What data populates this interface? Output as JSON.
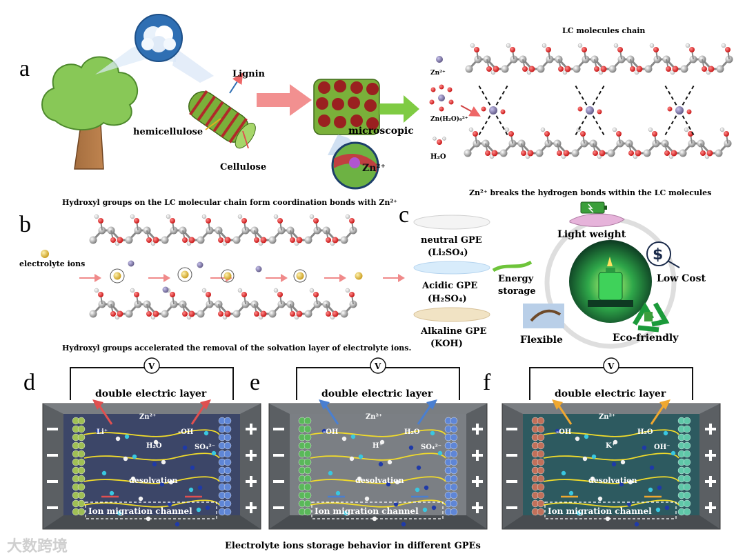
{
  "panels": {
    "a": {
      "letter": "a",
      "labels": {
        "lignin": "Lignin",
        "hemicellulose": "hemicellulose",
        "cellulose": "Cellulose",
        "microscopic": "microscopic",
        "zn_bubble": "Zn²⁺",
        "zn_ion": "Zn²⁺",
        "zn_hydrated": "Zn(H₂O)₆²⁺",
        "water": "H₂O",
        "chain_title": "LC molecules chain",
        "break_caption": "Zn²⁺ breaks the hydrogen bonds within the LC molecules"
      },
      "caption": "Hydroxyl groups on the LC molecular chain form coordination bonds with Zn²⁺"
    },
    "b": {
      "letter": "b",
      "electrolyte_label": "electrolyte ions",
      "caption": "Hydroxyl groups accelerated the removal of the solvation layer of electrolyte ions."
    },
    "c": {
      "letter": "c",
      "gpe": [
        {
          "name": "neutral GPE",
          "salt": "(Li₂SO₄)",
          "color": "#f4f4f4"
        },
        {
          "name": "Acidic GPE",
          "salt": "(H₂SO₄)",
          "color": "#d8ecfb"
        },
        {
          "name": "Alkaline GPE",
          "salt": "(KOH)",
          "color": "#f1e3c4"
        }
      ],
      "energy_storage": "Energy\nstorage",
      "features": {
        "light_weight": "Light weight",
        "low_cost": "Low Cost",
        "flexible": "Flexible",
        "eco_friendly": "Eco-friendly"
      }
    },
    "cells": [
      {
        "letter": "d",
        "volt": "V",
        "title": "double electric layer",
        "ions": [
          "Zn²⁺",
          "Li⁺",
          "H₂O",
          "-OH",
          "SO₄²⁻"
        ],
        "desolvation": "desolvation",
        "channel": "Ion migration channel",
        "bg": "#3c4668",
        "left_electrode": "#9fbf55",
        "right_electrode": "#5f86d6",
        "arrow": "#e05050"
      },
      {
        "letter": "e",
        "volt": "V",
        "title": "double electric layer",
        "ions": [
          "Zn²⁺",
          "-OH",
          "H⁺",
          "H₂O",
          "SO₄²⁻"
        ],
        "desolvation": "desolvation",
        "channel": "Ion migration channel",
        "bg": "#7b7f84",
        "left_electrode": "#5ab85a",
        "right_electrode": "#5f86d6",
        "arrow": "#4a7fd0"
      },
      {
        "letter": "f",
        "volt": "V",
        "title": "double electric layer",
        "ions": [
          "Zn²⁺",
          "-OH",
          "K⁺",
          "H₂O",
          "OH⁻"
        ],
        "desolvation": "desolvation",
        "channel": "Ion migration channel",
        "bg": "#2d5a60",
        "left_electrode": "#c0705a",
        "right_electrode": "#5fc7a8",
        "arrow": "#f0a830"
      }
    ],
    "bottom_caption": "Electrolyte ions storage behavior in different GPEs",
    "watermark": "大数跨境"
  }
}
